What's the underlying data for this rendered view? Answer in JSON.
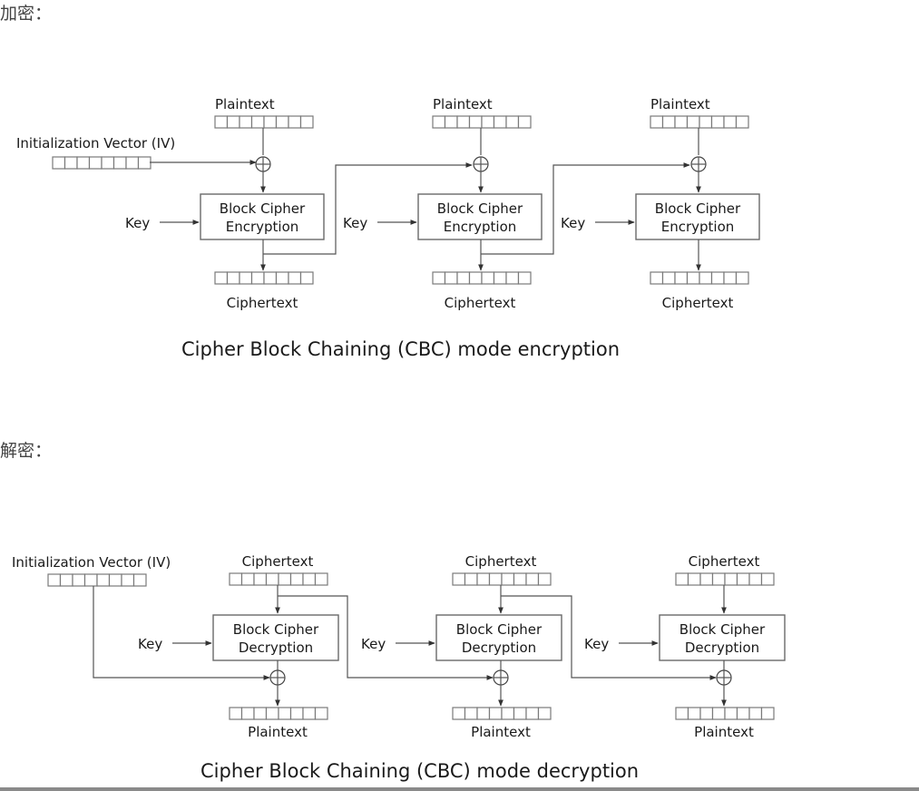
{
  "encryption": {
    "heading": "加密：",
    "iv_label": "Initialization Vector (IV)",
    "blocks": [
      {
        "plaintext": "Plaintext",
        "key": "Key",
        "box_line1": "Block Cipher",
        "box_line2": "Encryption",
        "ciphertext": "Ciphertext"
      },
      {
        "plaintext": "Plaintext",
        "key": "Key",
        "box_line1": "Block Cipher",
        "box_line2": "Encryption",
        "ciphertext": "Ciphertext"
      },
      {
        "plaintext": "Plaintext",
        "key": "Key",
        "box_line1": "Block Cipher",
        "box_line2": "Encryption",
        "ciphertext": "Ciphertext"
      }
    ],
    "caption": "Cipher Block Chaining (CBC) mode encryption"
  },
  "decryption": {
    "heading": "解密：",
    "iv_label": "Initialization Vector (IV)",
    "blocks": [
      {
        "ciphertext": "Ciphertext",
        "key": "Key",
        "box_line1": "Block Cipher",
        "box_line2": "Decryption",
        "plaintext": "Plaintext"
      },
      {
        "ciphertext": "Ciphertext",
        "key": "Key",
        "box_line1": "Block Cipher",
        "box_line2": "Decryption",
        "plaintext": "Plaintext"
      },
      {
        "ciphertext": "Ciphertext",
        "key": "Key",
        "box_line1": "Block Cipher",
        "box_line2": "Decryption",
        "plaintext": "Plaintext"
      }
    ],
    "caption": "Cipher Block Chaining (CBC) mode decryption"
  }
}
